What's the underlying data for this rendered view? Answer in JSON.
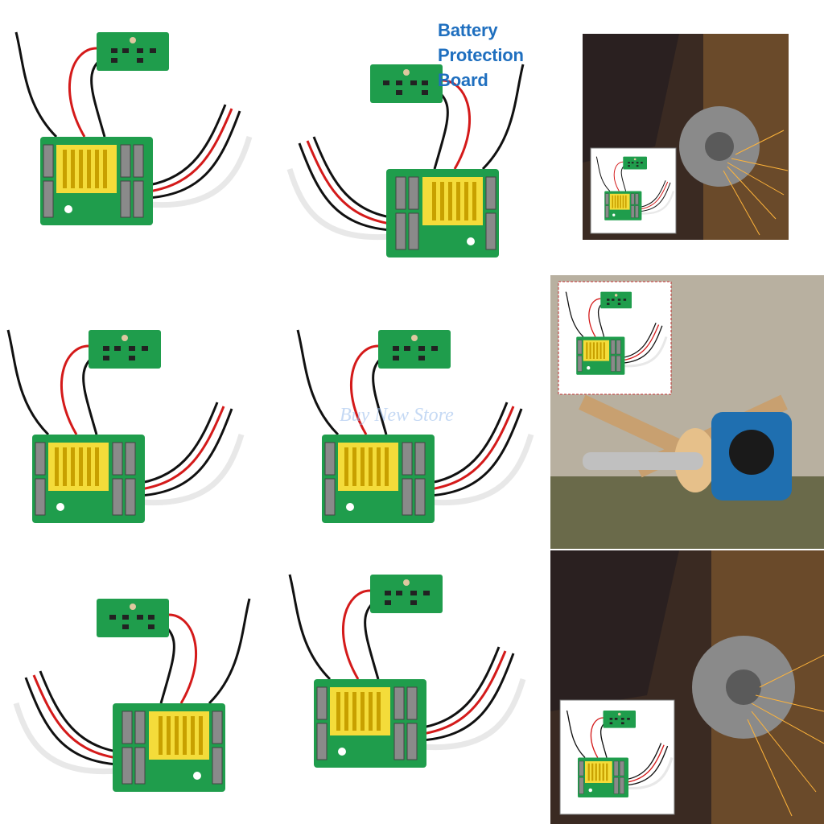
{
  "caption": {
    "line1": "Battery",
    "line2": "Protection",
    "line3": "Board"
  },
  "watermark": "Buy New Store",
  "colors": {
    "pcb_green": "#1f9d4c",
    "connector_yellow": "#f4dc3a",
    "caption_blue": "#1f6fbf",
    "spark_orange": "#ffb43a"
  }
}
